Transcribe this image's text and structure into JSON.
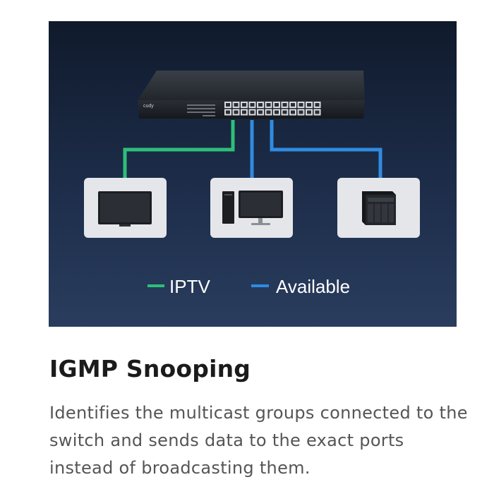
{
  "diagram": {
    "switch": {
      "brand": "cudy"
    },
    "devices": [
      {
        "id": "tv",
        "icon": "tv-icon",
        "link": "iptv"
      },
      {
        "id": "pc",
        "icon": "desktop-computer-icon",
        "link": "available"
      },
      {
        "id": "nas",
        "icon": "nas-storage-icon",
        "link": "available"
      }
    ],
    "legend": [
      {
        "key": "iptv",
        "label": "IPTV",
        "color": "#2dbf7a"
      },
      {
        "key": "available",
        "label": "Available",
        "color": "#2f8be0"
      }
    ]
  },
  "feature": {
    "title": "IGMP Snooping",
    "description": "Identifies the multicast groups connected to the switch and sends data to the exact ports instead of broadcasting them."
  }
}
